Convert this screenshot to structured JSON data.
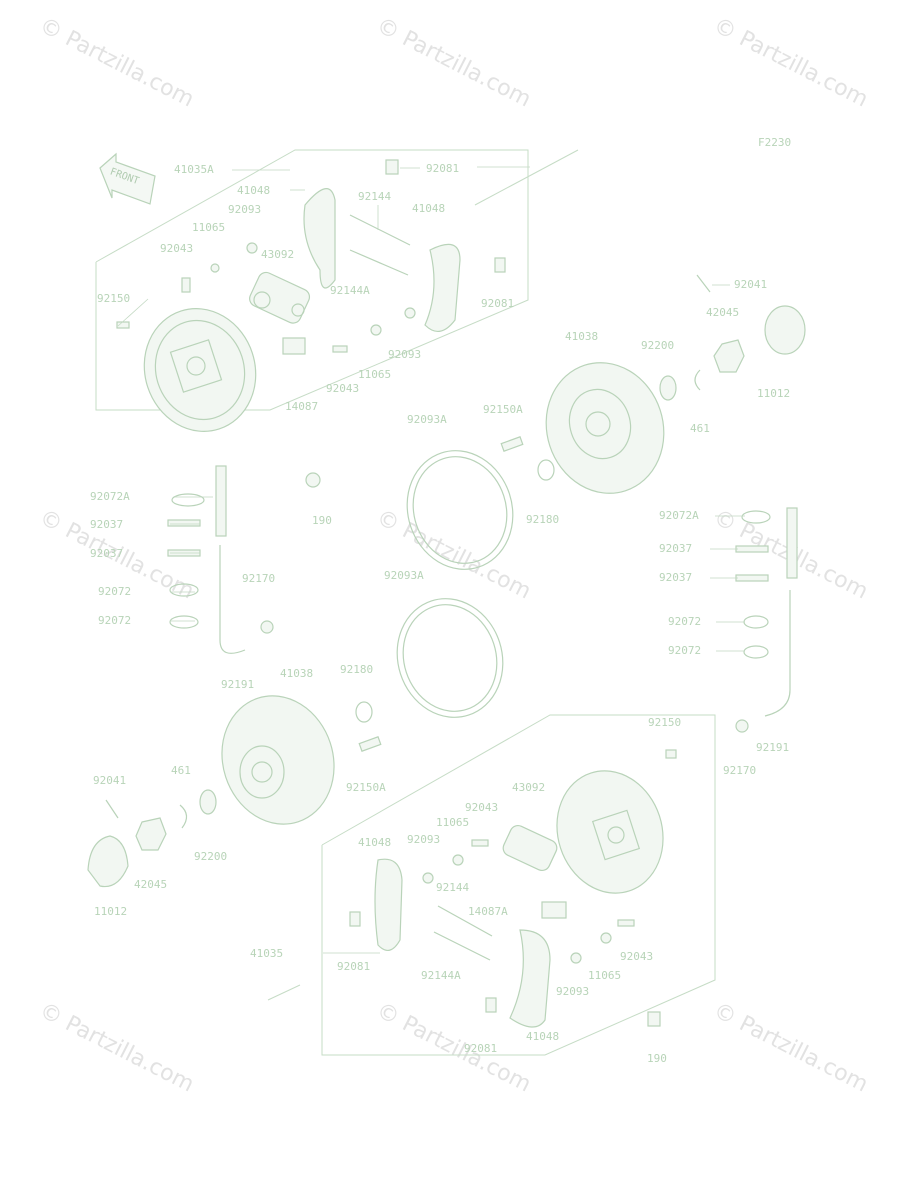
{
  "watermark": "© Partzilla.com",
  "figure_code": "F2230",
  "front_arrow_label": "FRONT",
  "callouts": {
    "c41035A": "41035A",
    "c92081_top": "92081",
    "c41048_a": "41048",
    "c92144_a": "92144",
    "c92093_a": "92093",
    "c41048_b": "41048",
    "c11065_a": "11065",
    "c43092_a": "43092",
    "c92043_a": "92043",
    "c92144A_a": "92144A",
    "c92081_b": "92081",
    "c92150_a": "92150",
    "c92093_b": "92093",
    "c11065_b": "11065",
    "c92043_b": "92043",
    "c14087": "14087",
    "c92041_a": "92041",
    "c42045_a": "42045",
    "c41038_a": "41038",
    "c92200_a": "92200",
    "c11012_a": "11012",
    "c92093A_a": "92093A",
    "c92150A_a": "92150A",
    "c461_a": "461",
    "c92180_a": "92180",
    "c190_a": "190",
    "c92072A_l": "92072A",
    "c92037_l1": "92037",
    "c92037_l2": "92037",
    "c92072_l1": "92072",
    "c92072_l2": "92072",
    "c92170_l": "92170",
    "c92093A_b": "92093A",
    "c92072A_r": "92072A",
    "c92037_r1": "92037",
    "c92037_r2": "92037",
    "c92072_r1": "92072",
    "c92072_r2": "92072",
    "c92191_l": "92191",
    "c41038_b": "41038",
    "c92180_b": "92180",
    "c92150_b": "92150",
    "c92191_r": "92191",
    "c92170_r": "92170",
    "c92150A_b": "92150A",
    "c92041_b": "92041",
    "c461_b": "461",
    "c43092_b": "43092",
    "c92043_c": "92043",
    "c11065_c": "11065",
    "c92200_b": "92200",
    "c41048_c": "41048",
    "c92093_c": "92093",
    "c42045_b": "42045",
    "c11012_b": "11012",
    "c92144_b": "92144",
    "c14087A": "14087A",
    "c41035": "41035",
    "c92043_d": "92043",
    "c92081_c": "92081",
    "c92144A_b": "92144A",
    "c92093_d": "92093",
    "c11065_d": "11065",
    "c92081_d": "92081",
    "c41048_d": "41048",
    "c190_b": "190"
  }
}
